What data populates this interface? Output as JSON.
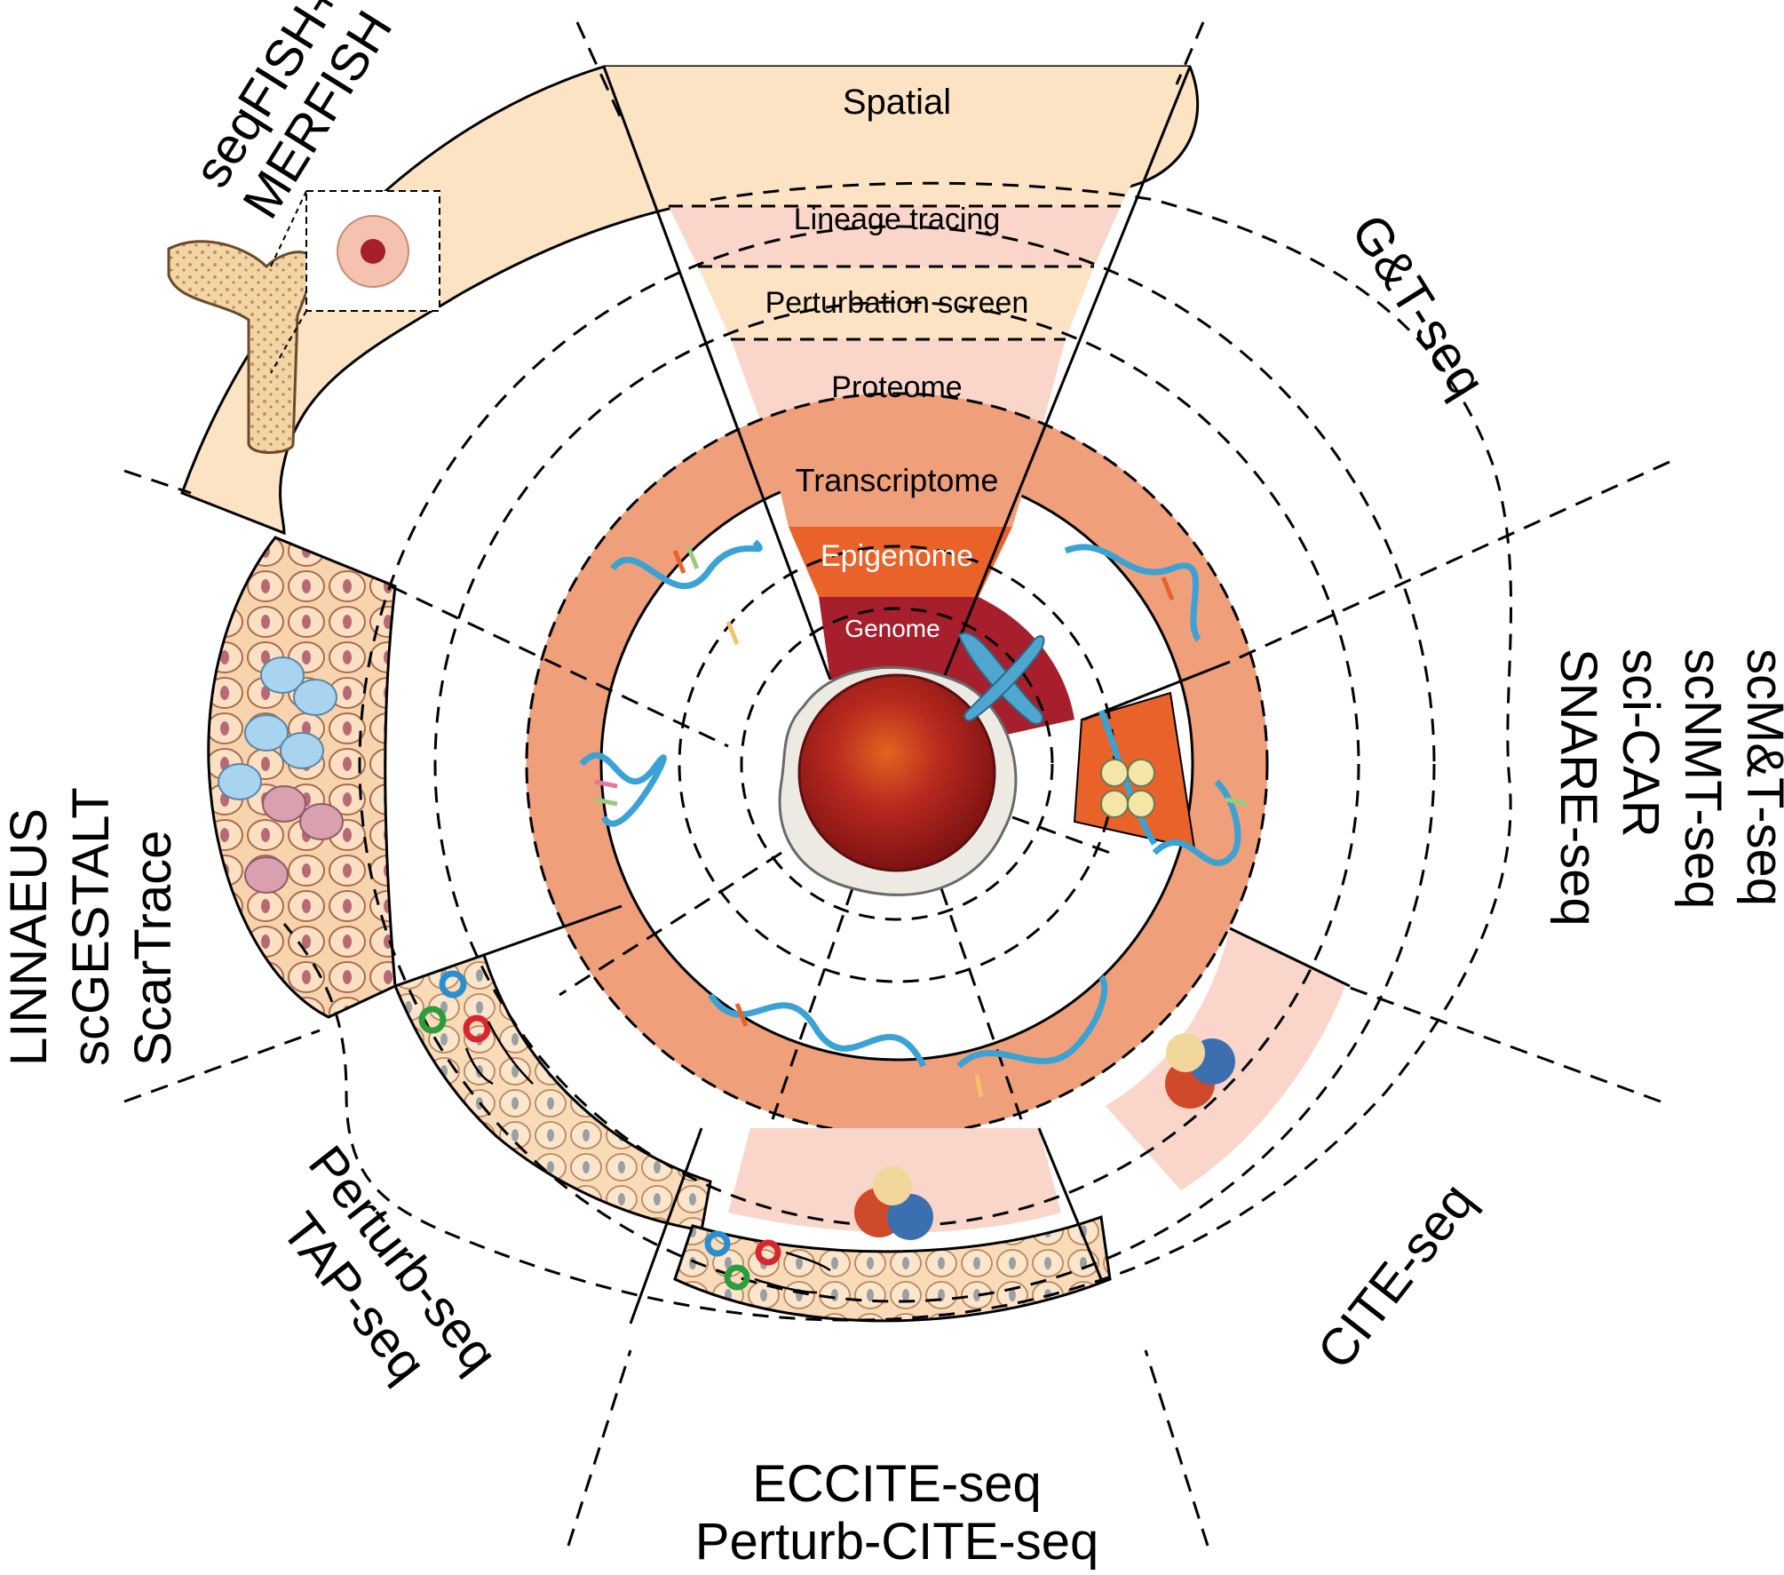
{
  "layers": {
    "spatial": "Spatial",
    "lineage": "Lineage tracing",
    "perturbation": "Perturbation screen",
    "proteome": "Proteome",
    "transcriptome": "Transcriptome",
    "epigenome": "Epigenome",
    "genome": "Genome"
  },
  "methods": {
    "spatial_1": "seqFISH+",
    "spatial_2": "MERFISH",
    "gt": "G&T-seq",
    "multi_1": "scM&T-seq",
    "multi_2": "scNMT-seq",
    "multi_3": "sci-CAR",
    "multi_4": "SNARE-seq",
    "cite": "CITE-seq",
    "eccite_1": "ECCITE-seq",
    "eccite_2": "Perturb-CITE-seq",
    "perturb_1": "Perturb-seq",
    "perturb_2": "TAP-seq",
    "lineage_1": "LINNAEUS",
    "lineage_2": "scGESTALT",
    "lineage_3": "ScarTrace"
  },
  "colors": {
    "spatial": "#fbe3c4",
    "lineage": "#f9d6c9",
    "proteome": "#f9d6c9",
    "transcriptome": "#ef9f7a",
    "epigenome": "#e8622a",
    "genome": "#a71f2d",
    "nucleus": "#9e1c1c",
    "dna": "#3aa2d4"
  }
}
